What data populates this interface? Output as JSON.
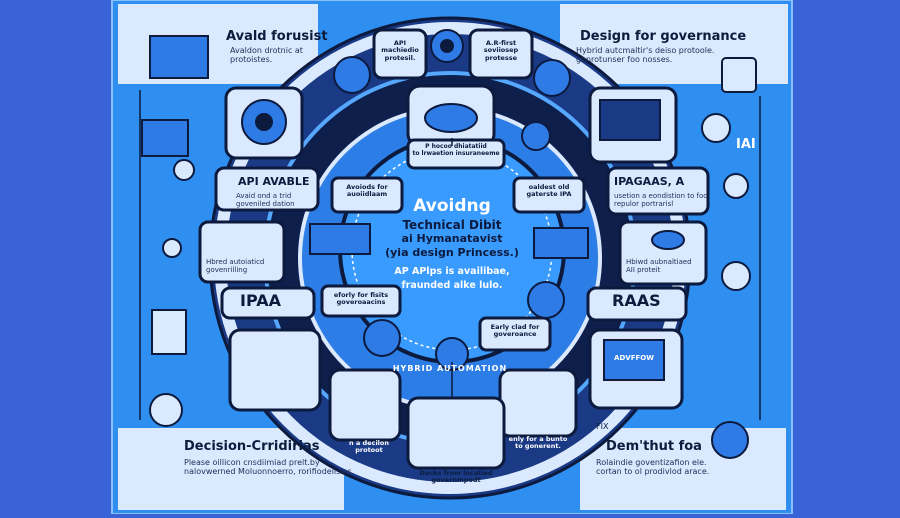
{
  "corners": {
    "top_left": {
      "title": "Avald forusist",
      "subtitle": "Avaldon drotnic at\nprotoistes."
    },
    "top_right": {
      "title": "Design for governance",
      "subtitle": "Hybrid autcmaltir's deiso protoole.\ngonrotunser foo nosses."
    },
    "bottom_left": {
      "title": "Decision-Crridirias",
      "subtitle": "Please oillicon cnsdiimiad prelt.by\nnalovwerned Moluonnoerro, rorifiodelisles."
    },
    "bottom_right": {
      "title": "Dem'thut foa",
      "subtitle": "Rolaindie goventizafion ele.\ncortan to ol prodivlod arace."
    }
  },
  "side_labels": {
    "api_available": {
      "title": "API AVABLE",
      "subtitle": "Avaid ond a trid\ngoveniled dation"
    },
    "ipaas": {
      "title": "IPAA"
    },
    "ipaasas": {
      "title": "IPAGAAS, A",
      "subtitle": "usetion a eondistion to foo\nrepulor portrarisl"
    },
    "raas": {
      "title": "RAAS"
    },
    "hybrid_auto": {
      "text": "Hbred autoiaticd\ngovenrilling"
    },
    "hybrid_auto_r": {
      "text": "Hbiwd aubnaltiaed\nAII proteit"
    },
    "iai": {
      "text": "IAI"
    },
    "fix": {
      "text": "FIX"
    }
  },
  "ring_labels": {
    "api_top": "API\nmachiedio\nprotesil.",
    "api_first": "A.R-first\nsoviiosep\nprotesse",
    "avoid_for": "Avoiods for\nauoiidlaam",
    "oaldest": "oaldest old\ngaterste IPA",
    "early_fr": "eforly for fisits\ngoveroaacins",
    "early_gov": "Early clad for\ngoveroance",
    "center_note": "P hocoo dhiatatiid\nto lrwaetion insuraneeme",
    "bottom_a": "n a decilon\nprotoot",
    "bottom_b": "enly for a bunto\nto gonerent.",
    "bottom_c": "Decks from locatied\ngovernmpodt",
    "screen_adv": "ADVFFOW"
  },
  "center": {
    "title": "Avoidng",
    "line2": "Technical Dibit",
    "line3": "ai Hymanatavist",
    "line4": "(yia design Princess.)",
    "line5": "AP APlps is availibae,",
    "line6": "fraunded alke lulo.",
    "arc": "HYBRID AUTOMATION"
  },
  "colors": {
    "background": "#3b63d8",
    "panel": "#2f8ff0",
    "navy": "#0c1a3e",
    "light": "#dbe9ff",
    "ring": "#56a8ff",
    "center": "#2a86ef"
  }
}
